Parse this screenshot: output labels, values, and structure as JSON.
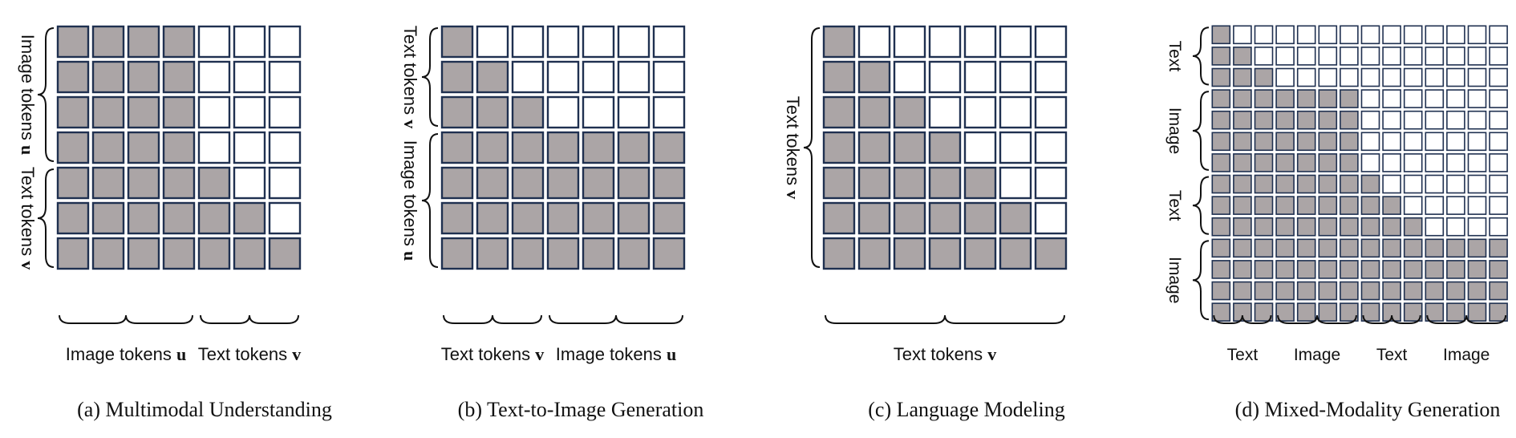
{
  "colors": {
    "filled": "#ABA5A6",
    "empty": "#FFFFFF",
    "border": "#1F3050",
    "bracket": "#111111",
    "text": "#111111"
  },
  "panels": [
    {
      "id": "a",
      "caption": "(a) Multimodal Understanding",
      "size": 7,
      "mask": [
        [
          1,
          1,
          1,
          1,
          0,
          0,
          0
        ],
        [
          1,
          1,
          1,
          1,
          0,
          0,
          0
        ],
        [
          1,
          1,
          1,
          1,
          0,
          0,
          0
        ],
        [
          1,
          1,
          1,
          1,
          0,
          0,
          0
        ],
        [
          1,
          1,
          1,
          1,
          1,
          0,
          0
        ],
        [
          1,
          1,
          1,
          1,
          1,
          1,
          0
        ],
        [
          1,
          1,
          1,
          1,
          1,
          1,
          1
        ]
      ],
      "row_groups": [
        {
          "start": 0,
          "end": 3,
          "text": "Image tokens ",
          "bold": "u"
        },
        {
          "start": 4,
          "end": 6,
          "text": "Text tokens ",
          "bold": "v"
        }
      ],
      "col_groups": [
        {
          "start": 0,
          "end": 3,
          "text": "Image tokens ",
          "bold": "u"
        },
        {
          "start": 4,
          "end": 6,
          "text": "Text tokens ",
          "bold": "v"
        }
      ]
    },
    {
      "id": "b",
      "caption": "(b) Text-to-Image Generation",
      "size": 7,
      "mask": [
        [
          1,
          0,
          0,
          0,
          0,
          0,
          0
        ],
        [
          1,
          1,
          0,
          0,
          0,
          0,
          0
        ],
        [
          1,
          1,
          1,
          0,
          0,
          0,
          0
        ],
        [
          1,
          1,
          1,
          1,
          1,
          1,
          1
        ],
        [
          1,
          1,
          1,
          1,
          1,
          1,
          1
        ],
        [
          1,
          1,
          1,
          1,
          1,
          1,
          1
        ],
        [
          1,
          1,
          1,
          1,
          1,
          1,
          1
        ]
      ],
      "row_groups": [
        {
          "start": 0,
          "end": 2,
          "text": "Text tokens ",
          "bold": "v"
        },
        {
          "start": 3,
          "end": 6,
          "text": "Image tokens ",
          "bold": "u"
        }
      ],
      "col_groups": [
        {
          "start": 0,
          "end": 2,
          "text": "Text tokens ",
          "bold": "v"
        },
        {
          "start": 3,
          "end": 6,
          "text": "Image tokens ",
          "bold": "u"
        }
      ]
    },
    {
      "id": "c",
      "caption": "(c) Language Modeling",
      "size": 7,
      "mask": [
        [
          1,
          0,
          0,
          0,
          0,
          0,
          0
        ],
        [
          1,
          1,
          0,
          0,
          0,
          0,
          0
        ],
        [
          1,
          1,
          1,
          0,
          0,
          0,
          0
        ],
        [
          1,
          1,
          1,
          1,
          0,
          0,
          0
        ],
        [
          1,
          1,
          1,
          1,
          1,
          0,
          0
        ],
        [
          1,
          1,
          1,
          1,
          1,
          1,
          0
        ],
        [
          1,
          1,
          1,
          1,
          1,
          1,
          1
        ]
      ],
      "row_groups": [
        {
          "start": 0,
          "end": 6,
          "text": "Text tokens ",
          "bold": "v"
        }
      ],
      "col_groups": [
        {
          "start": 0,
          "end": 6,
          "text": "Text tokens ",
          "bold": "v"
        }
      ]
    },
    {
      "id": "d",
      "caption": "(d) Mixed-Modality Generation",
      "size": 14,
      "mask": [
        [
          1,
          0,
          0,
          0,
          0,
          0,
          0,
          0,
          0,
          0,
          0,
          0,
          0,
          0
        ],
        [
          1,
          1,
          0,
          0,
          0,
          0,
          0,
          0,
          0,
          0,
          0,
          0,
          0,
          0
        ],
        [
          1,
          1,
          1,
          0,
          0,
          0,
          0,
          0,
          0,
          0,
          0,
          0,
          0,
          0
        ],
        [
          1,
          1,
          1,
          1,
          1,
          1,
          1,
          0,
          0,
          0,
          0,
          0,
          0,
          0
        ],
        [
          1,
          1,
          1,
          1,
          1,
          1,
          1,
          0,
          0,
          0,
          0,
          0,
          0,
          0
        ],
        [
          1,
          1,
          1,
          1,
          1,
          1,
          1,
          0,
          0,
          0,
          0,
          0,
          0,
          0
        ],
        [
          1,
          1,
          1,
          1,
          1,
          1,
          1,
          0,
          0,
          0,
          0,
          0,
          0,
          0
        ],
        [
          1,
          1,
          1,
          1,
          1,
          1,
          1,
          1,
          0,
          0,
          0,
          0,
          0,
          0
        ],
        [
          1,
          1,
          1,
          1,
          1,
          1,
          1,
          1,
          1,
          0,
          0,
          0,
          0,
          0
        ],
        [
          1,
          1,
          1,
          1,
          1,
          1,
          1,
          1,
          1,
          1,
          0,
          0,
          0,
          0
        ],
        [
          1,
          1,
          1,
          1,
          1,
          1,
          1,
          1,
          1,
          1,
          1,
          1,
          1,
          1
        ],
        [
          1,
          1,
          1,
          1,
          1,
          1,
          1,
          1,
          1,
          1,
          1,
          1,
          1,
          1
        ],
        [
          1,
          1,
          1,
          1,
          1,
          1,
          1,
          1,
          1,
          1,
          1,
          1,
          1,
          1
        ],
        [
          1,
          1,
          1,
          1,
          1,
          1,
          1,
          1,
          1,
          1,
          1,
          1,
          1,
          1
        ]
      ],
      "row_groups": [
        {
          "start": 0,
          "end": 2,
          "text": "Text",
          "bold": ""
        },
        {
          "start": 3,
          "end": 6,
          "text": "Image",
          "bold": ""
        },
        {
          "start": 7,
          "end": 9,
          "text": "Text",
          "bold": ""
        },
        {
          "start": 10,
          "end": 13,
          "text": "Image",
          "bold": ""
        }
      ],
      "col_groups": [
        {
          "start": 0,
          "end": 2,
          "text": "Text",
          "bold": ""
        },
        {
          "start": 3,
          "end": 6,
          "text": "Image",
          "bold": ""
        },
        {
          "start": 7,
          "end": 9,
          "text": "Text",
          "bold": ""
        },
        {
          "start": 10,
          "end": 13,
          "text": "Image",
          "bold": ""
        }
      ]
    }
  ]
}
